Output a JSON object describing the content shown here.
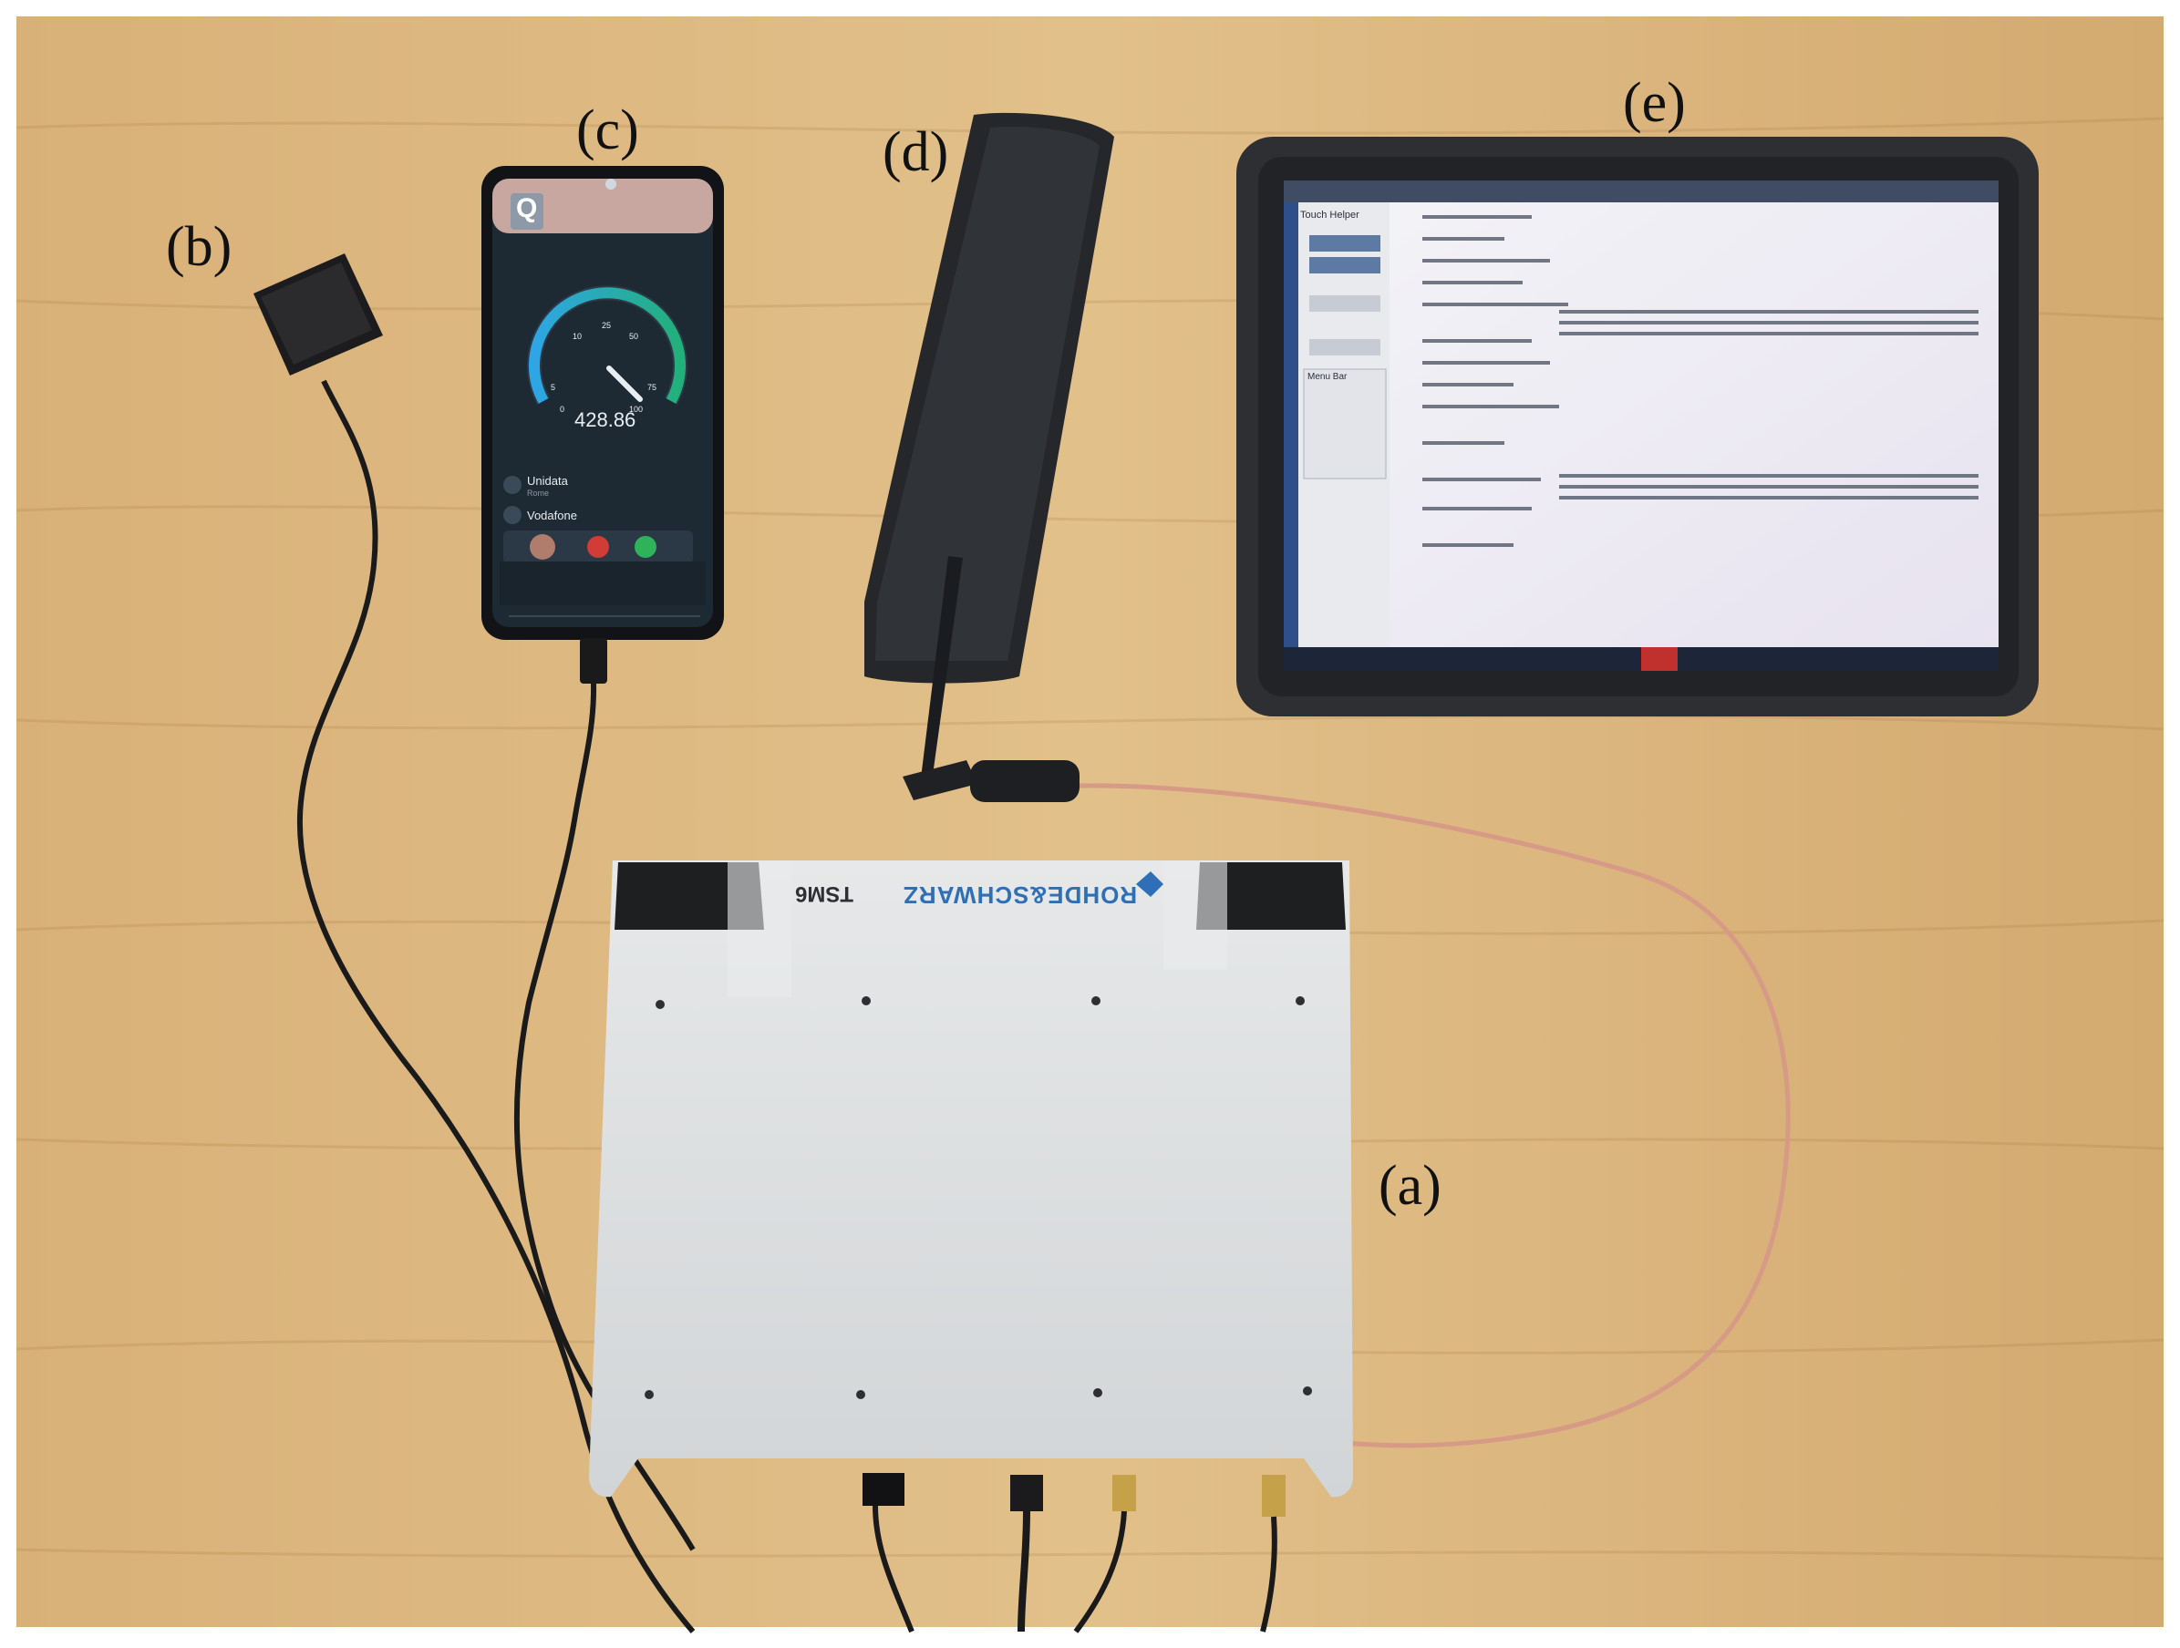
{
  "labels": {
    "a": "(a)",
    "b": "(b)",
    "c": "(c)",
    "d": "(d)",
    "e": "(e)"
  },
  "phone": {
    "app_badge": "Q",
    "speed_value": "428.86",
    "gauge_ticks": [
      "0",
      "5",
      "10",
      "25",
      "50",
      "75",
      "100"
    ],
    "operator_1": "Unidata",
    "operator_1_sub": "Rome",
    "operator_2": "Vodafone"
  },
  "device": {
    "brand": "ROHDE&SCHWARZ",
    "model": "TSM6"
  },
  "tablet": {
    "app_title": "Touch Helper",
    "menu_title": "Menu Bar"
  },
  "colors": {
    "wood": "#d9b37a",
    "wood_dark": "#c79e62",
    "device_body": "#dcdedf",
    "device_tab": "#1e1f21",
    "brand_blue": "#2f6fb7",
    "phone_screen": "#1d2933",
    "gauge_blue": "#2ea6e6",
    "gauge_green": "#22b07a",
    "tablet_case": "#2d2f33"
  },
  "icons": [
    "gps-antenna-icon",
    "phone-icon",
    "rf-antenna-icon",
    "tablet-icon",
    "scanner-device-icon"
  ]
}
